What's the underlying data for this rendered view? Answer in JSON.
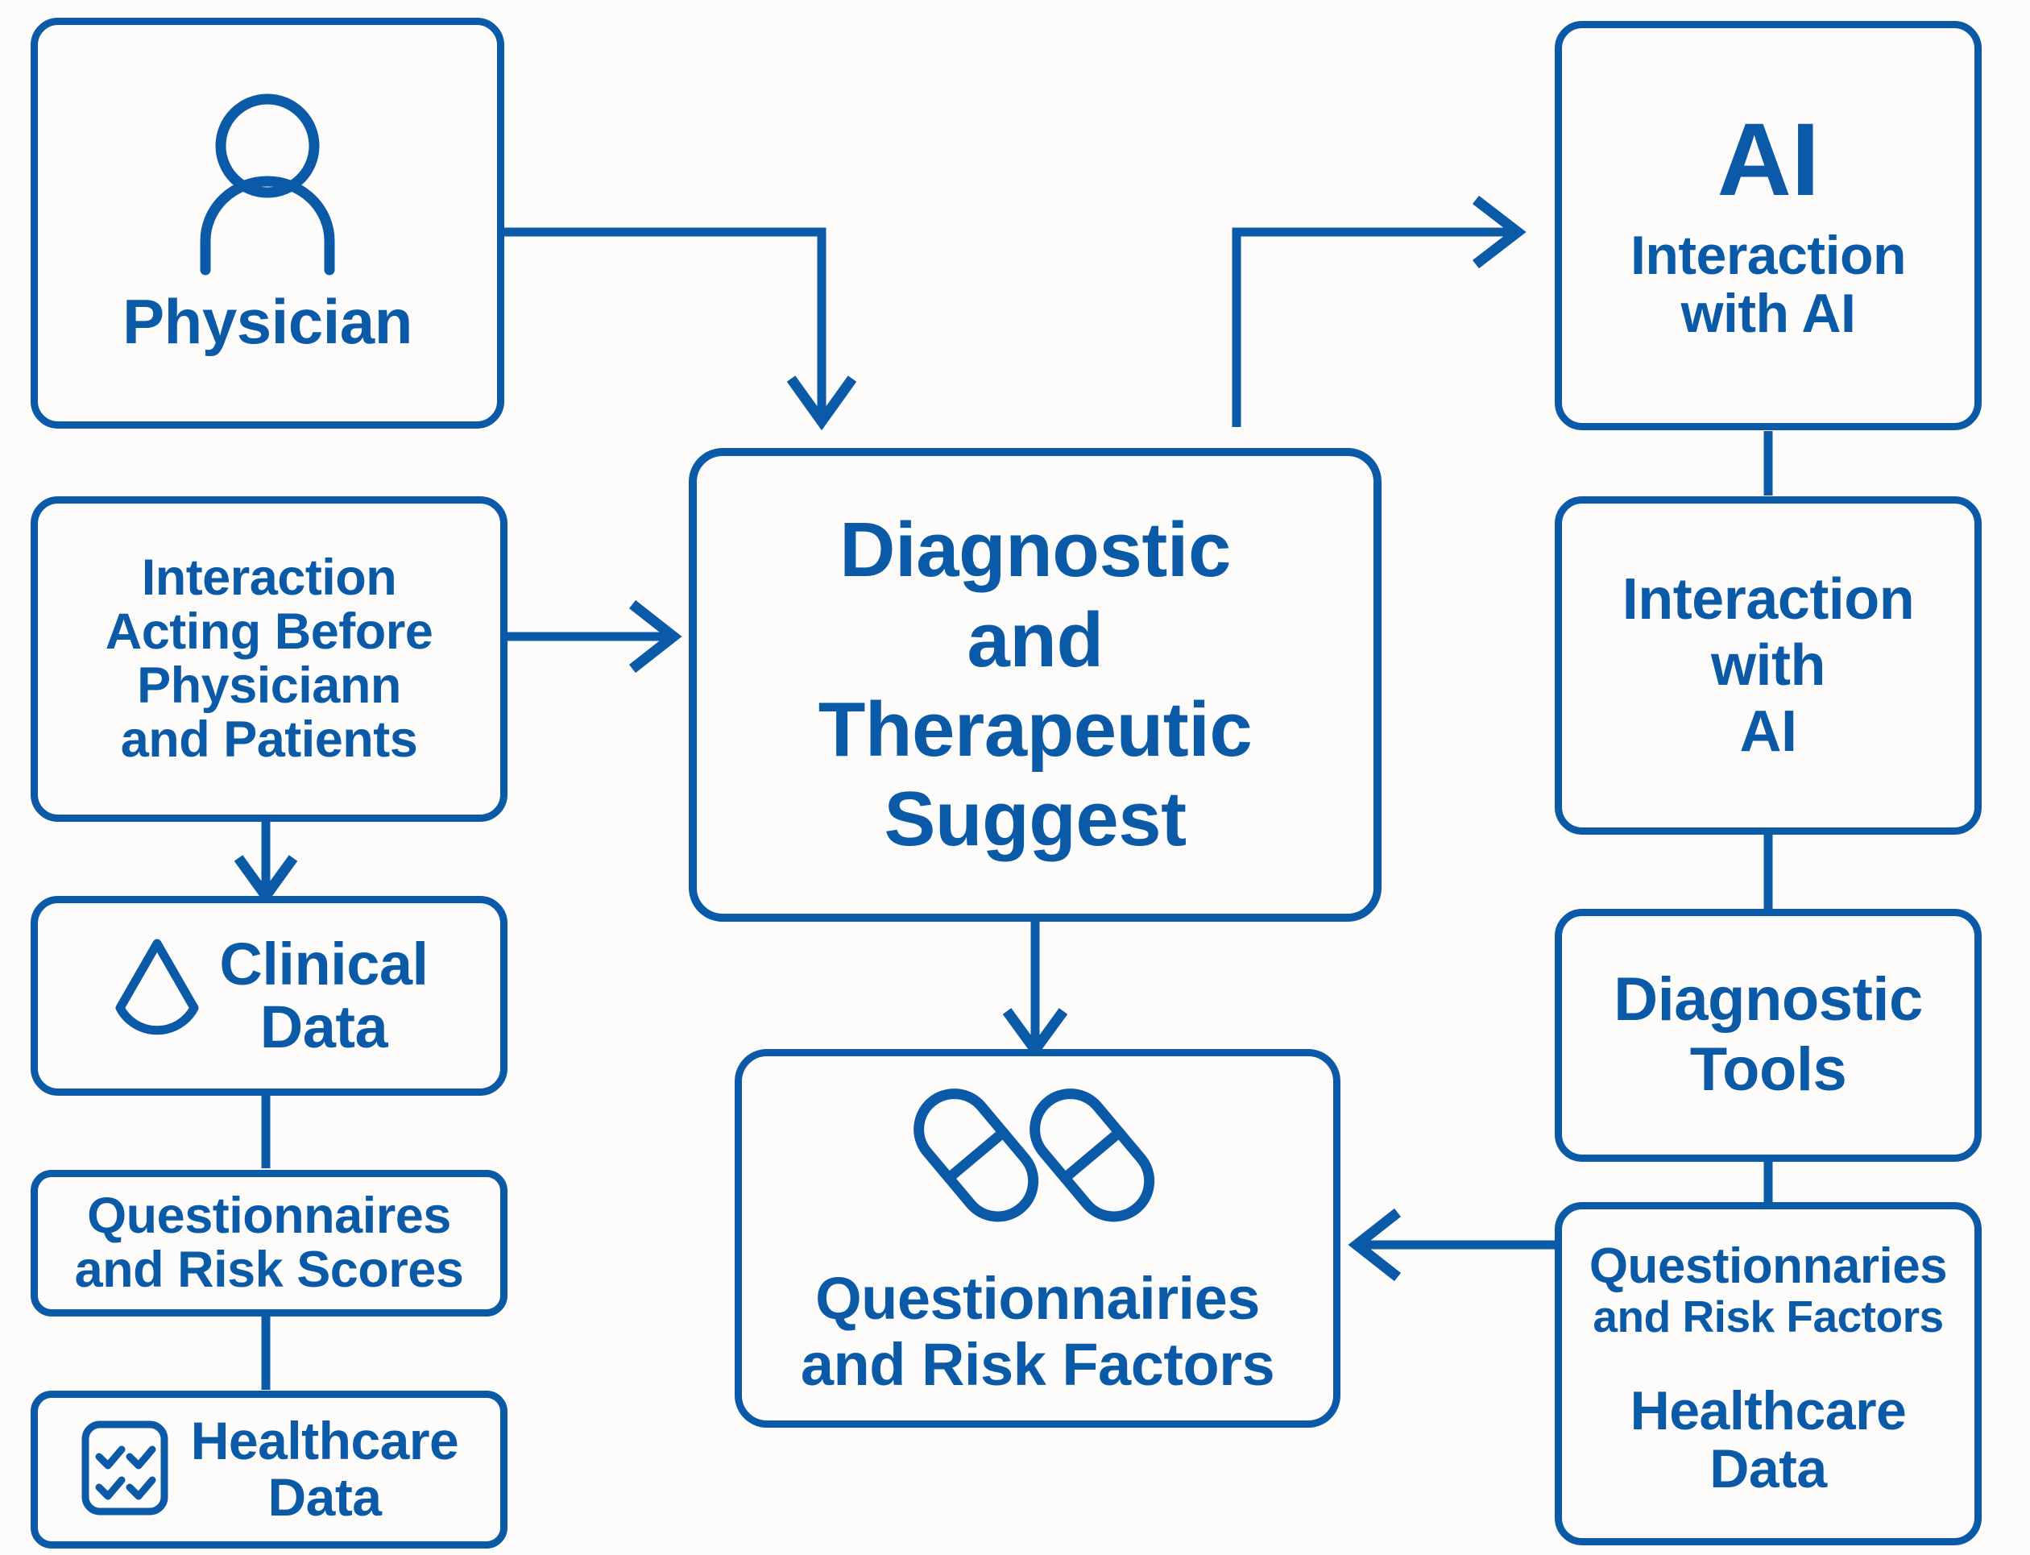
{
  "diagram": {
    "title": "Physician and AI interaction workflow for diagnostic and therapeutic suggestion",
    "accent_color": "#0a5aa8",
    "background_color": "#fdfcfb"
  },
  "nodes": {
    "physician": {
      "label": "Physician",
      "icon": "person-icon"
    },
    "interaction_acting": {
      "line1": "Interaction",
      "line2": "Acting Before",
      "line3": "Physiciann",
      "line4": "and Patients"
    },
    "clinical_data": {
      "line1": "Clinical",
      "line2": "Data",
      "icon": "water-drop-icon"
    },
    "questionnaires_risk_scores": {
      "line1": "Questionnaires",
      "line2": "and Risk Scores"
    },
    "healthcare_data_left": {
      "line1": "Healthcare",
      "line2": "Data",
      "icon": "checklist-icon"
    },
    "diagnostic_therapeutic": {
      "line1": "Diagnostic",
      "line2": "and",
      "line3": "Therapeutic",
      "line4": "Suggest"
    },
    "questionnairies_risk_factors": {
      "line1": "Questionnairies",
      "line2": "and Risk Factors",
      "icon": "pills-icon"
    },
    "ai_interaction": {
      "heading": "AI",
      "line1": "Interaction",
      "line2": "with AI"
    },
    "interaction_with_ai": {
      "line1": "Interaction",
      "line2": "with",
      "line3": "AI"
    },
    "diagnostic_tools": {
      "line1": "Diagnostic",
      "line2": "Tools"
    },
    "questionnaries_healthcare": {
      "line1": "Questionnaries",
      "line2": "and Risk Factors",
      "line3": "Healthcare",
      "line4": "Data"
    }
  },
  "connectors": [
    {
      "name": "physician-to-diagnostic",
      "from": "physician",
      "to": "diagnostic_therapeutic",
      "arrow": true
    },
    {
      "name": "interaction-acting-to-diagnostic",
      "from": "interaction_acting",
      "to": "diagnostic_therapeutic",
      "arrow": true
    },
    {
      "name": "interaction-acting-to-clinical-data",
      "from": "interaction_acting",
      "to": "clinical_data",
      "arrow": true
    },
    {
      "name": "clinical-data-to-questionnaires",
      "from": "clinical_data",
      "to": "questionnaires_risk_scores",
      "arrow": false
    },
    {
      "name": "questionnaires-to-healthcare-data",
      "from": "questionnaires_risk_scores",
      "to": "healthcare_data_left",
      "arrow": false
    },
    {
      "name": "diagnostic-to-questionnairies",
      "from": "diagnostic_therapeutic",
      "to": "questionnairies_risk_factors",
      "arrow": true
    },
    {
      "name": "diagnostic-to-ai-interaction",
      "from": "diagnostic_therapeutic",
      "to": "ai_interaction",
      "arrow": true
    },
    {
      "name": "ai-interaction-to-interaction-with-ai",
      "from": "ai_interaction",
      "to": "interaction_with_ai",
      "arrow": false
    },
    {
      "name": "interaction-with-ai-to-diagnostic-tools",
      "from": "interaction_with_ai",
      "to": "diagnostic_tools",
      "arrow": false
    },
    {
      "name": "diagnostic-tools-to-questionnaries",
      "from": "diagnostic_tools",
      "to": "questionnaries_healthcare",
      "arrow": false
    },
    {
      "name": "questionnaries-to-questionnairies",
      "from": "questionnaries_healthcare",
      "to": "questionnairies_risk_factors",
      "arrow": true
    }
  ]
}
